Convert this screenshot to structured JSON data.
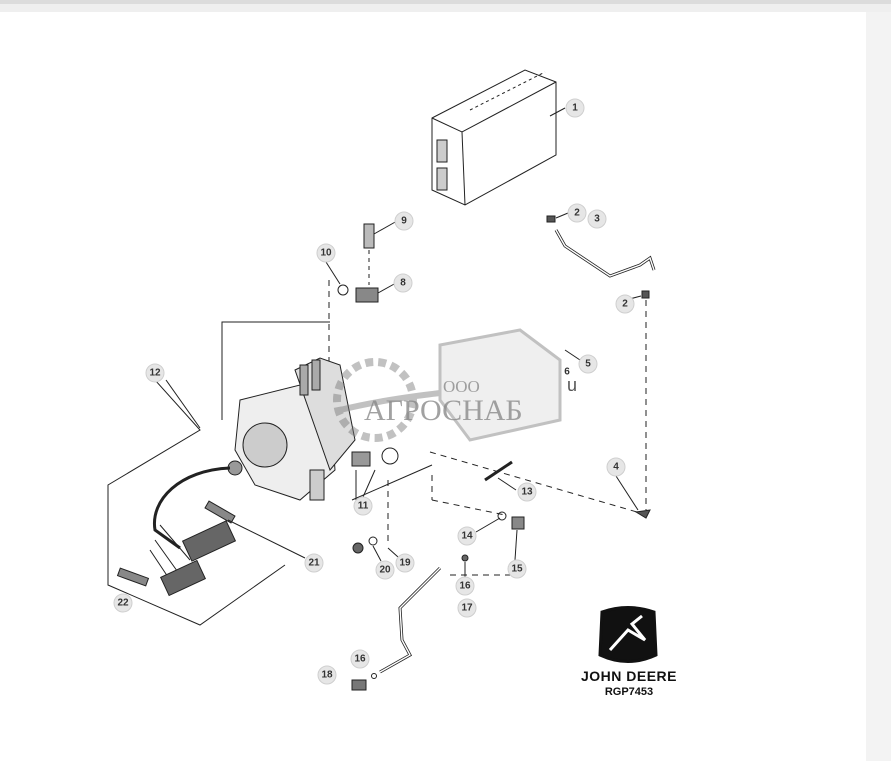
{
  "diagram": {
    "callouts": [
      "1",
      "2",
      "3",
      "2",
      "9",
      "10",
      "8",
      "12",
      "5",
      "6",
      "4",
      "13",
      "11",
      "14",
      "15",
      "16",
      "17",
      "19",
      "20",
      "21",
      "22",
      "16",
      "18"
    ],
    "stray_label": "u",
    "brand": {
      "name": "JOHN DEERE",
      "code": "RGP7453"
    },
    "watermark": {
      "prefix": "ООО",
      "name": "АГРОСНАБ"
    }
  }
}
